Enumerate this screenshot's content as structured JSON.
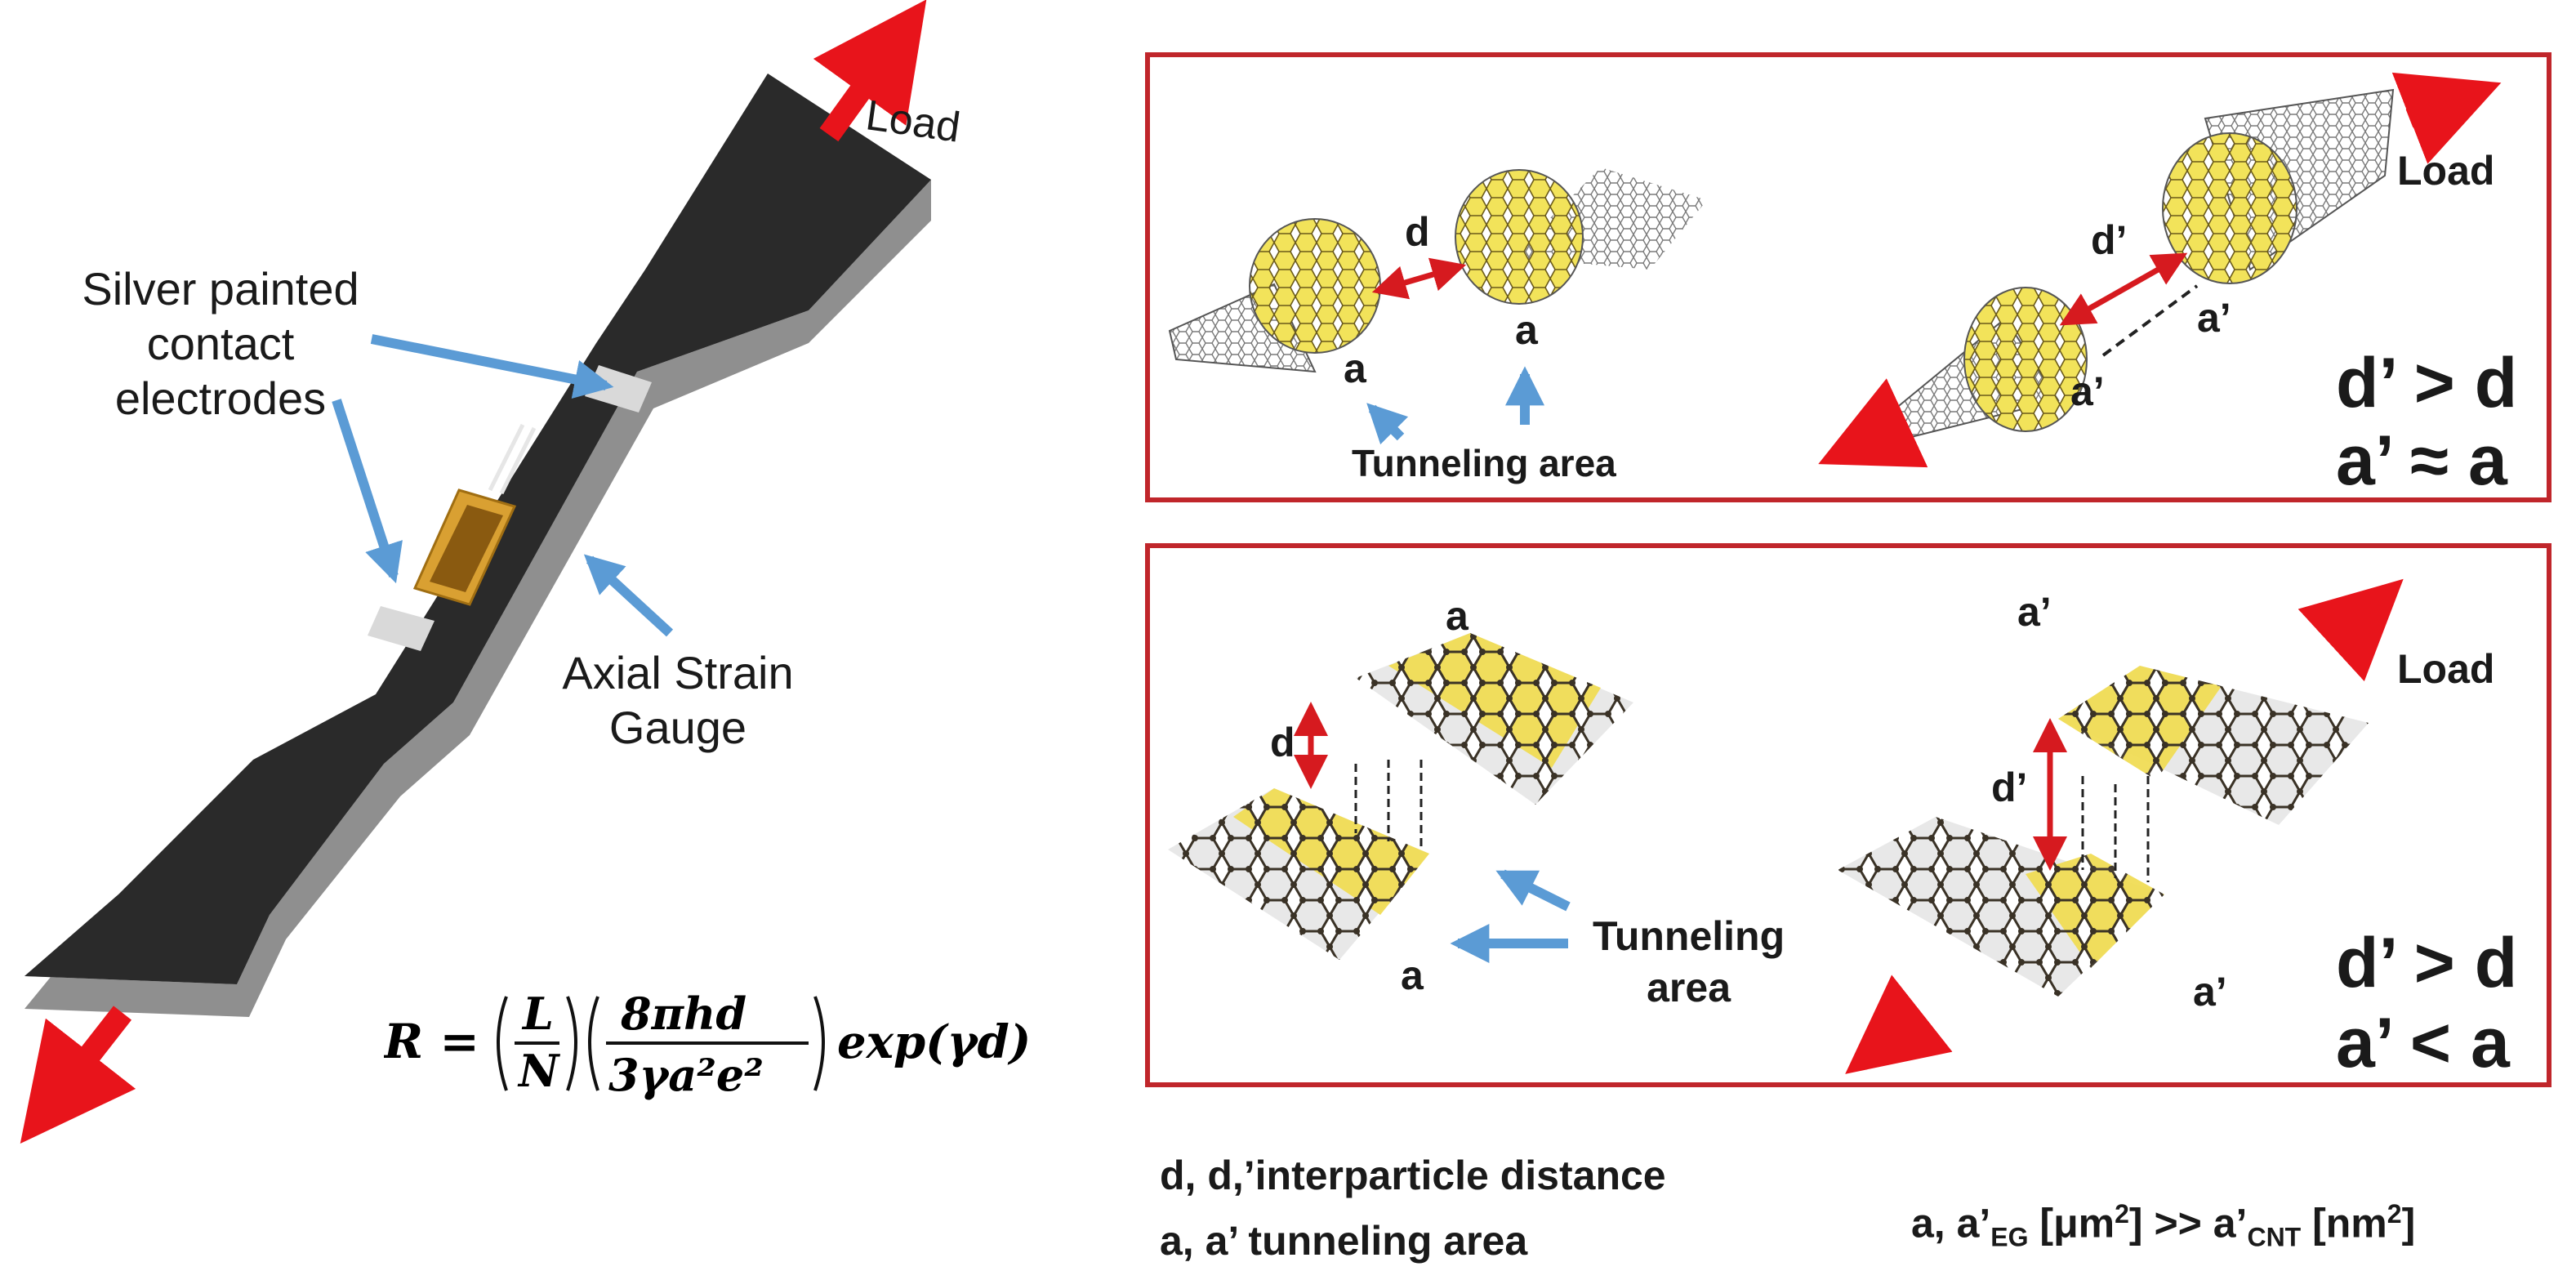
{
  "specimen": {
    "load_label": "Load",
    "electrodes_label": [
      "Silver painted",
      "contact",
      "electrodes"
    ],
    "gauge_label": [
      "Axial Strain",
      "Gauge"
    ]
  },
  "formula": {
    "lhs": "R = ",
    "numerator_1": "L",
    "denominator_1": "N",
    "numerator_2": "8πhd",
    "denominator_2": "3γa²e²",
    "tail": "exp(γd)"
  },
  "cnt_panel": {
    "d": "d",
    "a": "a",
    "d_prime": "d’",
    "a_prime": "a’",
    "load_label": "Load",
    "tunneling_label": "Tunneling area",
    "relation_1": "d’ > d",
    "relation_2": "a’ ≈ a"
  },
  "graphene_panel": {
    "d": "d",
    "a": "a",
    "d_prime": "d’",
    "a_prime": "a’",
    "load_label": "Load",
    "tunneling_label": [
      "Tunneling",
      "area"
    ],
    "relation_1": "d’ > d",
    "relation_2": "a’ < a"
  },
  "footer": {
    "line_1": "d, d,’interparticle distance",
    "line_2": "a, a’ tunneling area",
    "right_prefix": "a, a’",
    "right_sub_1": "EG",
    "right_mid": " [μm",
    "right_sup": "2",
    "right_mid2": "] >> a’",
    "right_sub_2": "CNT",
    "right_end": " [nm",
    "right_sup_2": "2",
    "right_close": "]"
  },
  "colors": {
    "frame": "#c0262b",
    "arrow_red": "#e8141b",
    "arrow_blue": "#5b9bd5",
    "specimen": "#2a2a2a",
    "particle_yellow": "#f2e35a"
  }
}
